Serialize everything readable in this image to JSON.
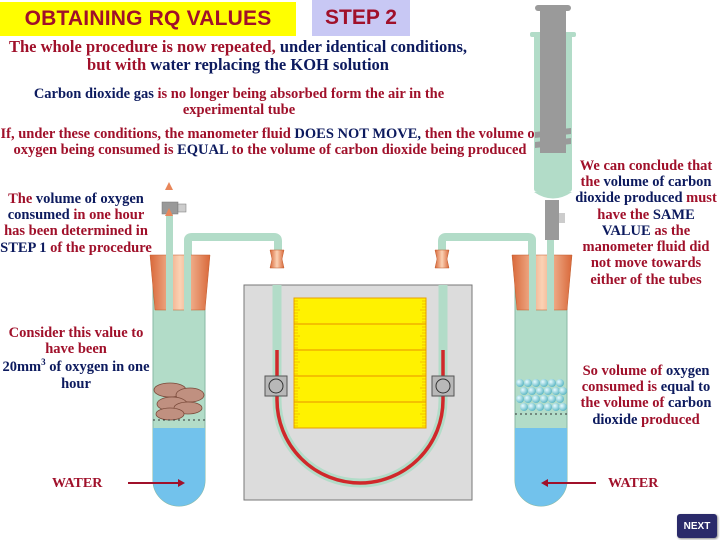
{
  "header": {
    "title": "OBTAINING RQ VALUES",
    "step": "STEP 2"
  },
  "intro": {
    "line1_red": "The whole procedure is now repeated,",
    "line1_blue": " under identical conditions,",
    "line1_red2": " but with",
    "line1_blue2": " water replacing the KOH solution"
  },
  "co2_note": {
    "blue": "Carbon dioxide gas",
    "red": " is no longer being absorbed form the air in the experimental tube"
  },
  "condition": {
    "red1": "If, under these conditions, the manometer fluid ",
    "blue1": "DOES NOT MOVE,",
    "red2": " then the volume of oxygen being consumed is ",
    "blue2": "EQUAL",
    "red3": " to the volume of carbon dioxide being produced"
  },
  "left_note": {
    "red1": "The ",
    "blue1": "volume of oxygen consumed",
    "red2": " in one hour has been determined in ",
    "blue2": "STEP 1",
    "red3": " of the procedure"
  },
  "consider_note": {
    "red": "Consider this value to have been",
    "blue_value": "20mm",
    "superscript": "3",
    "blue_rest": " of oxygen in one hour"
  },
  "right_note": {
    "red1": "We can conclude that the ",
    "blue1": "volume of carbon dioxide produced",
    "red2": " must have the ",
    "blue2": "SAME VALUE",
    "red3": " as the manometer fluid did not move towards either of the tubes"
  },
  "so_note": {
    "red1": "So volume of ",
    "blue1": "oxygen",
    "red2": " consumed is",
    "blue2": " equal to",
    "red3": " the volume of",
    "blue3": " carbon dioxide",
    "red4": " produced"
  },
  "labels": {
    "water_left": "WATER",
    "water_right": "WATER"
  },
  "nav": {
    "next_label": "NEXT"
  },
  "colors": {
    "title_bg": "#ffff00",
    "step_bg": "#c8c8f4",
    "text_red": "#a0102a",
    "text_blue": "#0c1a5e",
    "tube_green": "#b2dcc8",
    "water_blue": "#72c2ec",
    "manometer_fluid": "#d0282a",
    "scale_yellow": "#fff200",
    "stopper_orange": "#e8865a",
    "next_bg": "#2a2a6a"
  }
}
